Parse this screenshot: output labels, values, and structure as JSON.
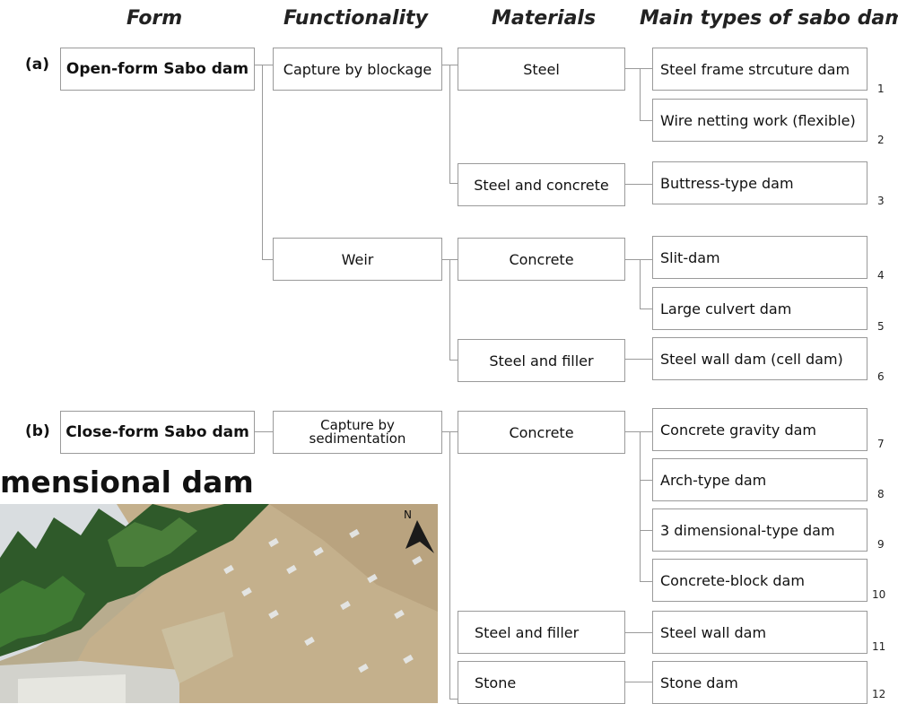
{
  "headers": {
    "form": "Form",
    "functionality": "Functionality",
    "materials": "Materials",
    "types": "Main types of sabo dam"
  },
  "section_a": {
    "label": "(a)",
    "form": "Open-form Sabo dam",
    "functionality": [
      "Capture by blockage",
      "Weir"
    ],
    "materials": [
      "Steel",
      "Steel and concrete",
      "Concrete",
      "Steel and filler"
    ],
    "types": [
      {
        "name": "Steel frame strcuture dam",
        "num": "1"
      },
      {
        "name": "Wire netting work (flexible)",
        "num": "2"
      },
      {
        "name": "Buttress-type dam",
        "num": "3"
      },
      {
        "name": "Slit-dam",
        "num": "4"
      },
      {
        "name": "Large culvert dam",
        "num": "5"
      },
      {
        "name": "Steel wall dam (cell dam)",
        "num": "6"
      }
    ]
  },
  "section_b": {
    "label": "(b)",
    "form": "Close-form Sabo dam",
    "functionality_line1": "Capture by",
    "functionality_line2": "sedimentation",
    "materials": [
      "Concrete",
      "Steel and filler",
      "Stone"
    ],
    "types": [
      {
        "name": "Concrete gravity dam",
        "num": "7"
      },
      {
        "name": "Arch-type dam",
        "num": "8"
      },
      {
        "name": "3 dimensional-type dam",
        "num": "9"
      },
      {
        "name": "Concrete-block dam",
        "num": "10"
      },
      {
        "name": "Steel wall dam",
        "num": "11"
      },
      {
        "name": "Stone dam",
        "num": "12"
      }
    ]
  },
  "photo": {
    "title": "mensional dam",
    "north_label": "N"
  }
}
